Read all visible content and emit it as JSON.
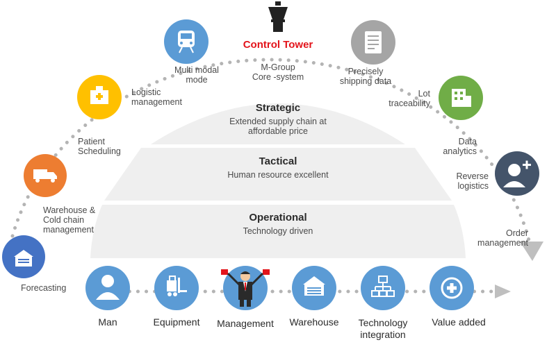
{
  "control_tower": {
    "title": "Control Tower",
    "core_line1": "M-Group",
    "core_line2": "Core -system"
  },
  "tiers": {
    "strategic": {
      "title": "Strategic",
      "sub1": "Extended supply chain at",
      "sub2": "affordable price"
    },
    "tactical": {
      "title": "Tactical",
      "sub1": "Human resource excellent"
    },
    "operational": {
      "title": "Operational",
      "sub1": "Technology driven"
    }
  },
  "arc_nodes": [
    {
      "label1": "Forecasting",
      "label2": "",
      "label3": "",
      "color": "#4472c4",
      "icon": "warehouse-icon"
    },
    {
      "label1": "Warehouse &",
      "label2": "Cold chain",
      "label3": "management",
      "color": "#ed7d31",
      "icon": "truck-icon"
    },
    {
      "label1": "Patient",
      "label2": "Scheduling",
      "label3": "",
      "color": "#ffc000",
      "icon": "hospital-icon"
    },
    {
      "label1": "Logistic",
      "label2": "management",
      "label3": "",
      "color": "#ffc000",
      "icon": "hospital-icon"
    },
    {
      "label1": "Multi modal",
      "label2": "mode",
      "label3": "",
      "color": "#5b9bd5",
      "icon": "train-icon"
    },
    {
      "label1": "Precisely",
      "label2": "shipping data",
      "label3": "",
      "color": "#a5a5a5",
      "icon": "document-icon"
    },
    {
      "label1": "Lot",
      "label2": "traceability",
      "label3": "",
      "color": "#70ad47",
      "icon": "building-icon"
    },
    {
      "label1": "Data",
      "label2": "analytics",
      "label3": "",
      "color": "#44546a",
      "icon": "user-plus-icon"
    },
    {
      "label1": "Reverse",
      "label2": "logistics",
      "label3": "",
      "color": "#44546a",
      "icon": "user-plus-icon"
    },
    {
      "label1": "Order",
      "label2": "management",
      "label3": "",
      "color": "#bfbfbf",
      "icon": "arrow-icon"
    }
  ],
  "bottom_nodes": [
    {
      "label1": "Man",
      "label2": "",
      "icon": "person-icon"
    },
    {
      "label1": "Equipment",
      "label2": "",
      "icon": "forklift-icon"
    },
    {
      "label1": "Management",
      "label2": "",
      "icon": "manager-icon"
    },
    {
      "label1": "Warehouse",
      "label2": "",
      "icon": "warehouse-icon"
    },
    {
      "label1": "Technology",
      "label2": "integration",
      "icon": "network-icon"
    },
    {
      "label1": "Value added",
      "label2": "",
      "icon": "plus-icon"
    }
  ],
  "colors": {
    "node_blue": "#5b9bd5",
    "dome": "#efefef",
    "dots": "#b4b4b4",
    "accent_red": "#e3141b"
  }
}
